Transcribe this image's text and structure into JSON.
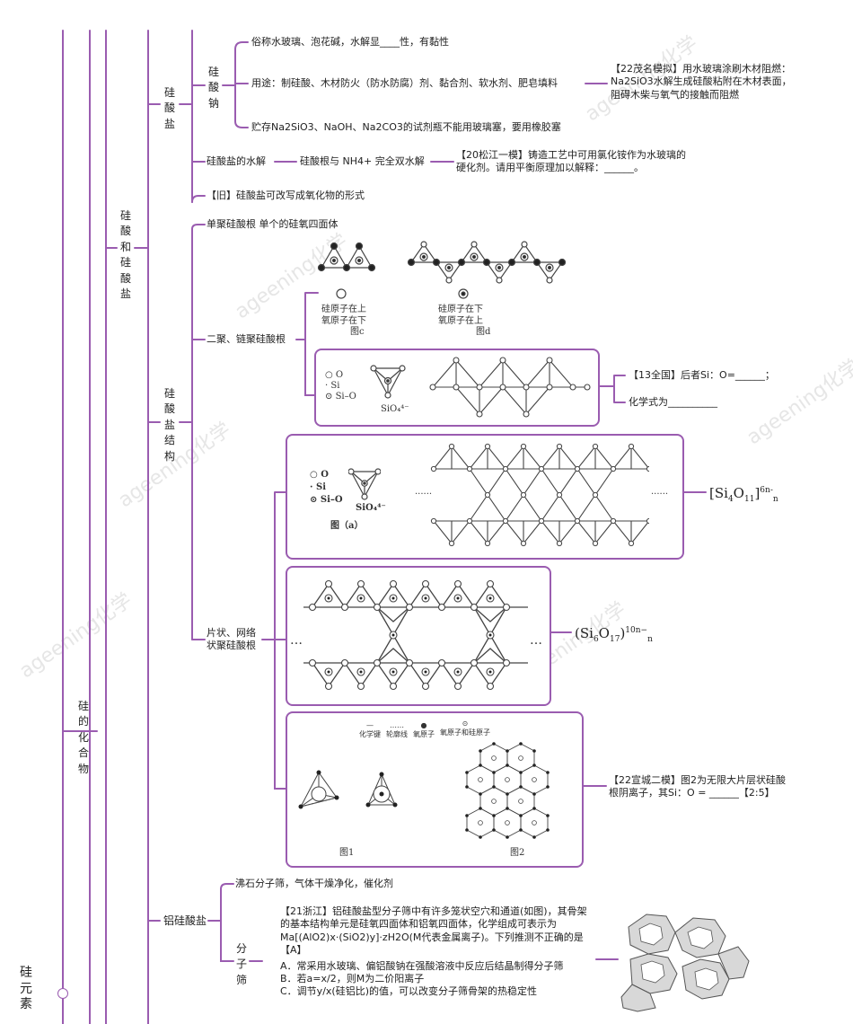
{
  "colors": {
    "branch": "#9a5cb0",
    "text": "#222222",
    "mol": "#444444"
  },
  "watermark": "ageening化学",
  "nodes": {
    "root": "硅元素",
    "silicon_compounds": "硅的化合物",
    "silicic_acid_silicates": "硅酸和硅酸盐",
    "silicates": "硅酸盐",
    "sodium_silicate": "硅酸钠",
    "silicate_structure": "硅酸盐结构",
    "aluminosilicate": "铝硅酸盐",
    "molecular_sieve": "分子筛"
  },
  "sodium_silicate": {
    "common_name": "俗称水玻璃、泡花碱，水解显____性，有黏性",
    "uses": "用途：制硅酸、木材防火（防水防腐）剂、黏合剂、软水剂、肥皂填料",
    "storage": "贮存Na2SiO3、NaOH、Na2CO3的试剂瓶不能用玻璃塞，要用橡胶塞",
    "exam_note": "【22茂名模拟】用水玻璃涂刷木材阻燃：Na2SiO3水解生成硅酸粘附在木材表面，阻碍木柴与氧气的接触而阻燃"
  },
  "hydrolysis": {
    "title": "硅酸盐的水解",
    "detail": "硅酸根与 NH4+ 完全双水解",
    "exam_note": "【20松江一模】铸造工艺中可用氯化铵作为水玻璃的硬化剂。请用平衡原理加以解释：______。"
  },
  "oxide_form": "【旧】硅酸盐可改写成氧化物的形式",
  "structure": {
    "monomer": "单聚硅酸根   单个的硅氧四面体",
    "chain": "二聚、链聚硅酸根",
    "sheet": "片状、网络状聚硅酸根",
    "fig_c_label": "硅原子在上\n氧原子在下",
    "fig_c_name": "图c",
    "fig_d_label": "硅原子在下\n氧原子在上",
    "fig_d_name": "图d",
    "legend": {
      "o": "O",
      "si": "Si",
      "sio": "Si–O"
    },
    "sio4_label": "SiO₄⁴⁻",
    "q13_1": "【13全国】后者Si：O=______；",
    "q13_2": "化学式为__________",
    "fig_a_name": "图（a）",
    "dots": "......",
    "ellipsis": "…",
    "formula1": {
      "base": "[Si",
      "sub1": "4",
      "mid": "O",
      "sub2": "11",
      "end": "]",
      "sup": "6n-",
      "sub3": "n"
    },
    "formula2": {
      "base": "(Si",
      "sub1": "6",
      "mid": "O",
      "sub2": "17",
      "end": ")",
      "sup": "10n−",
      "sub3": "n"
    },
    "legend2": [
      "化学键",
      "轮廓线",
      "氧原子",
      "氧原子和硅原子"
    ],
    "fig1_name": "图1",
    "fig2_name": "图2",
    "q22": "【22宣城二模】图2为无限大片层状硅酸根阴离子，其Si：O = ______【2:5】"
  },
  "aluminosilicate": {
    "zeolite": "沸石分子筛，气体干燥净化，催化剂",
    "q21": "【21浙江】铝硅酸盐型分子筛中有许多笼状空穴和通道(如图)，其骨架的基本结构单元是硅氧四面体和铝氧四面体，化学组成可表示为Ma[(AlO2)x·(SiO2)y]·zH2O(M代表金属离子)。下列推测不正确的是【A】",
    "optA": "A．常采用水玻璃、偏铝酸钠在强酸溶液中反应后结晶制得分子筛",
    "optB": "B．若a=x/2，则M为二价阳离子",
    "optC": "C．调节y/x(硅铝比)的值，可以改变分子筛骨架的热稳定性"
  }
}
